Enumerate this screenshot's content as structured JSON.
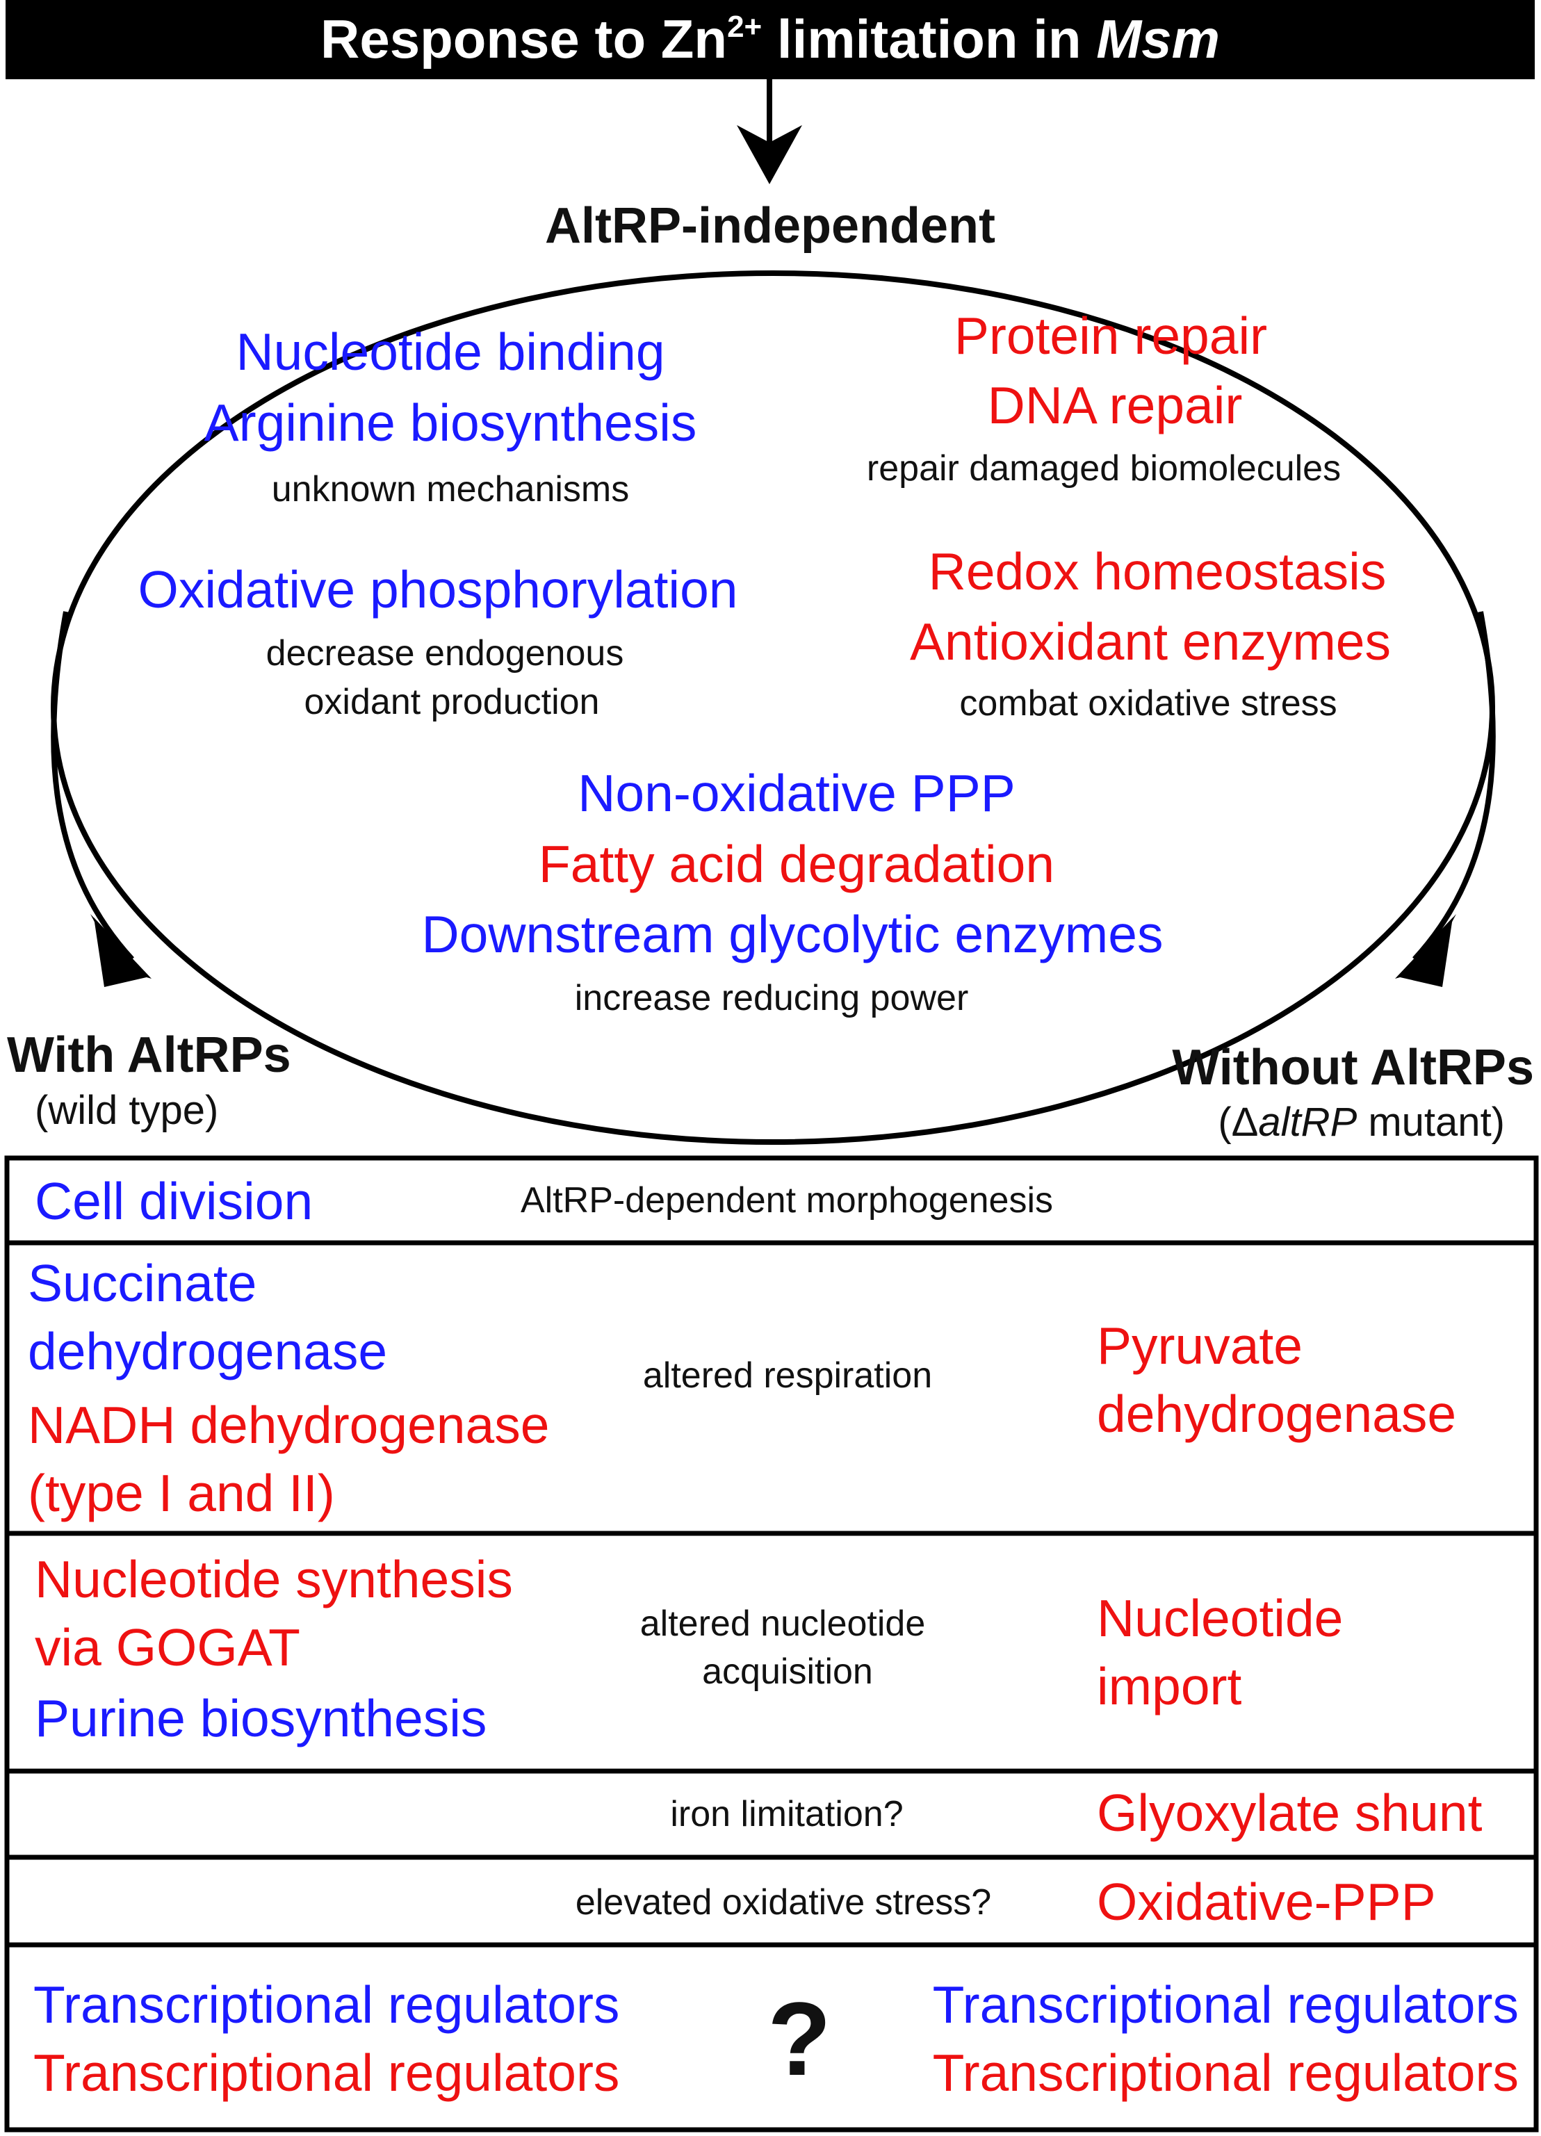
{
  "title": {
    "prefix": "Response to Zn",
    "superscript": "2+",
    "suffix": " limitation in ",
    "italic": "Msm"
  },
  "ellipse": {
    "heading": "AltRP-independent",
    "left_top": {
      "items": [
        "Nucleotide binding",
        "Arginine biosynthesis"
      ],
      "note": "unknown mechanisms"
    },
    "right_top": {
      "items": [
        "Protein repair",
        "DNA repair"
      ],
      "note": "repair damaged biomolecules"
    },
    "left_mid": {
      "items": [
        "Oxidative phosphorylation"
      ],
      "note_lines": [
        "decrease endogenous",
        "oxidant production"
      ]
    },
    "right_mid": {
      "items": [
        "Redox homeostasis",
        "Antioxidant enzymes"
      ],
      "note": "combat oxidative stress"
    },
    "bottom": {
      "items": [
        "Non-oxidative PPP",
        "Fatty acid degradation",
        "Downstream glycolytic enzymes"
      ],
      "note": "increase reducing power"
    }
  },
  "left_group": {
    "title": "With AltRPs",
    "subtitle": "(wild type)"
  },
  "right_group": {
    "title": "Without AltRPs",
    "subtitle_prefix": "(Δ",
    "subtitle_italic": "altRP",
    "subtitle_suffix": " mutant)"
  },
  "table": {
    "rows": [
      {
        "left": [
          "Cell division"
        ],
        "middle": [
          "AltRP-dependent morphogenesis"
        ],
        "right": []
      },
      {
        "left": [
          "Succinate",
          "dehydrogenase",
          "NADH dehydrogenase",
          "(type I and II)"
        ],
        "middle": [
          "altered respiration"
        ],
        "right": [
          "Pyruvate",
          "dehydrogenase"
        ]
      },
      {
        "left": [
          "Nucleotide synthesis",
          "via GOGAT",
          "Purine biosynthesis"
        ],
        "middle": [
          "altered nucleotide",
          "acquisition"
        ],
        "right": [
          "Nucleotide",
          "import"
        ]
      },
      {
        "left": [],
        "middle": [
          "iron limitation?"
        ],
        "right": [
          "Glyoxylate shunt"
        ]
      },
      {
        "left": [],
        "middle": [
          "elevated oxidative stress?"
        ],
        "right": [
          "Oxidative-PPP"
        ]
      },
      {
        "left": [
          "Transcriptional regulators",
          "Transcriptional regulators"
        ],
        "middle": [
          "?"
        ],
        "right": [
          "Transcriptional regulators",
          "Transcriptional regulators"
        ]
      }
    ]
  },
  "colors": {
    "upregulated": "#1a1aff",
    "downregulated": "#ee1111",
    "neutral": "#111111"
  }
}
